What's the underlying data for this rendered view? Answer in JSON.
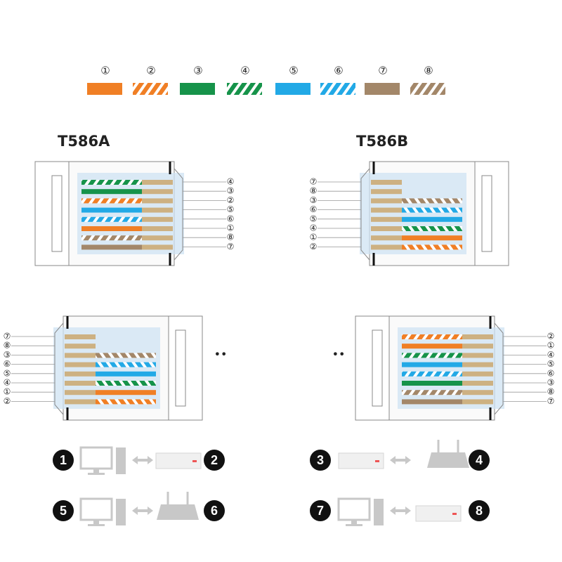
{
  "colors": {
    "orange": "#f07f25",
    "green": "#16934a",
    "blue": "#22a9e6",
    "brown": "#a38769",
    "copper": "#cdb182",
    "contact_bg": "#cfe3f3",
    "line": "#999999",
    "device": "#c8c8c8"
  },
  "legend": [
    {
      "num": "①",
      "color": "orange",
      "striped": false
    },
    {
      "num": "②",
      "color": "orange",
      "striped": true
    },
    {
      "num": "③",
      "color": "green",
      "striped": false
    },
    {
      "num": "④",
      "color": "green",
      "striped": true
    },
    {
      "num": "⑤",
      "color": "blue",
      "striped": false
    },
    {
      "num": "⑥",
      "color": "blue",
      "striped": true
    },
    {
      "num": "⑦",
      "color": "brown",
      "striped": false
    },
    {
      "num": "⑧",
      "color": "brown",
      "striped": true
    }
  ],
  "t586a": {
    "title": "T586A",
    "pins": [
      "④",
      "③",
      "②",
      "⑤",
      "⑥",
      "①",
      "⑧",
      "⑦"
    ],
    "wires": [
      4,
      3,
      2,
      5,
      6,
      1,
      8,
      7
    ]
  },
  "t586b": {
    "title": "T586B",
    "pins": [
      "⑦",
      "⑧",
      "③",
      "⑥",
      "⑤",
      "④",
      "①",
      "②"
    ],
    "wires": [
      8,
      6,
      5,
      4,
      1,
      2
    ]
  },
  "bottom_left_pins": [
    "⑦",
    "⑧",
    "③",
    "⑥",
    "⑤",
    "④",
    "①",
    "②"
  ],
  "bottom_right_pins": [
    "②",
    "①",
    "④",
    "⑤",
    "⑥",
    "③",
    "⑧",
    "⑦"
  ],
  "dots": "••",
  "connections": [
    {
      "left": "1",
      "right": "2",
      "from": "computer",
      "to": "switch"
    },
    {
      "left": "3",
      "right": "4",
      "from": "switch",
      "to": "router"
    },
    {
      "left": "5",
      "right": "6",
      "from": "computer",
      "to": "router"
    },
    {
      "left": "7",
      "right": "8",
      "from": "computer",
      "to": "switch-flat"
    }
  ]
}
